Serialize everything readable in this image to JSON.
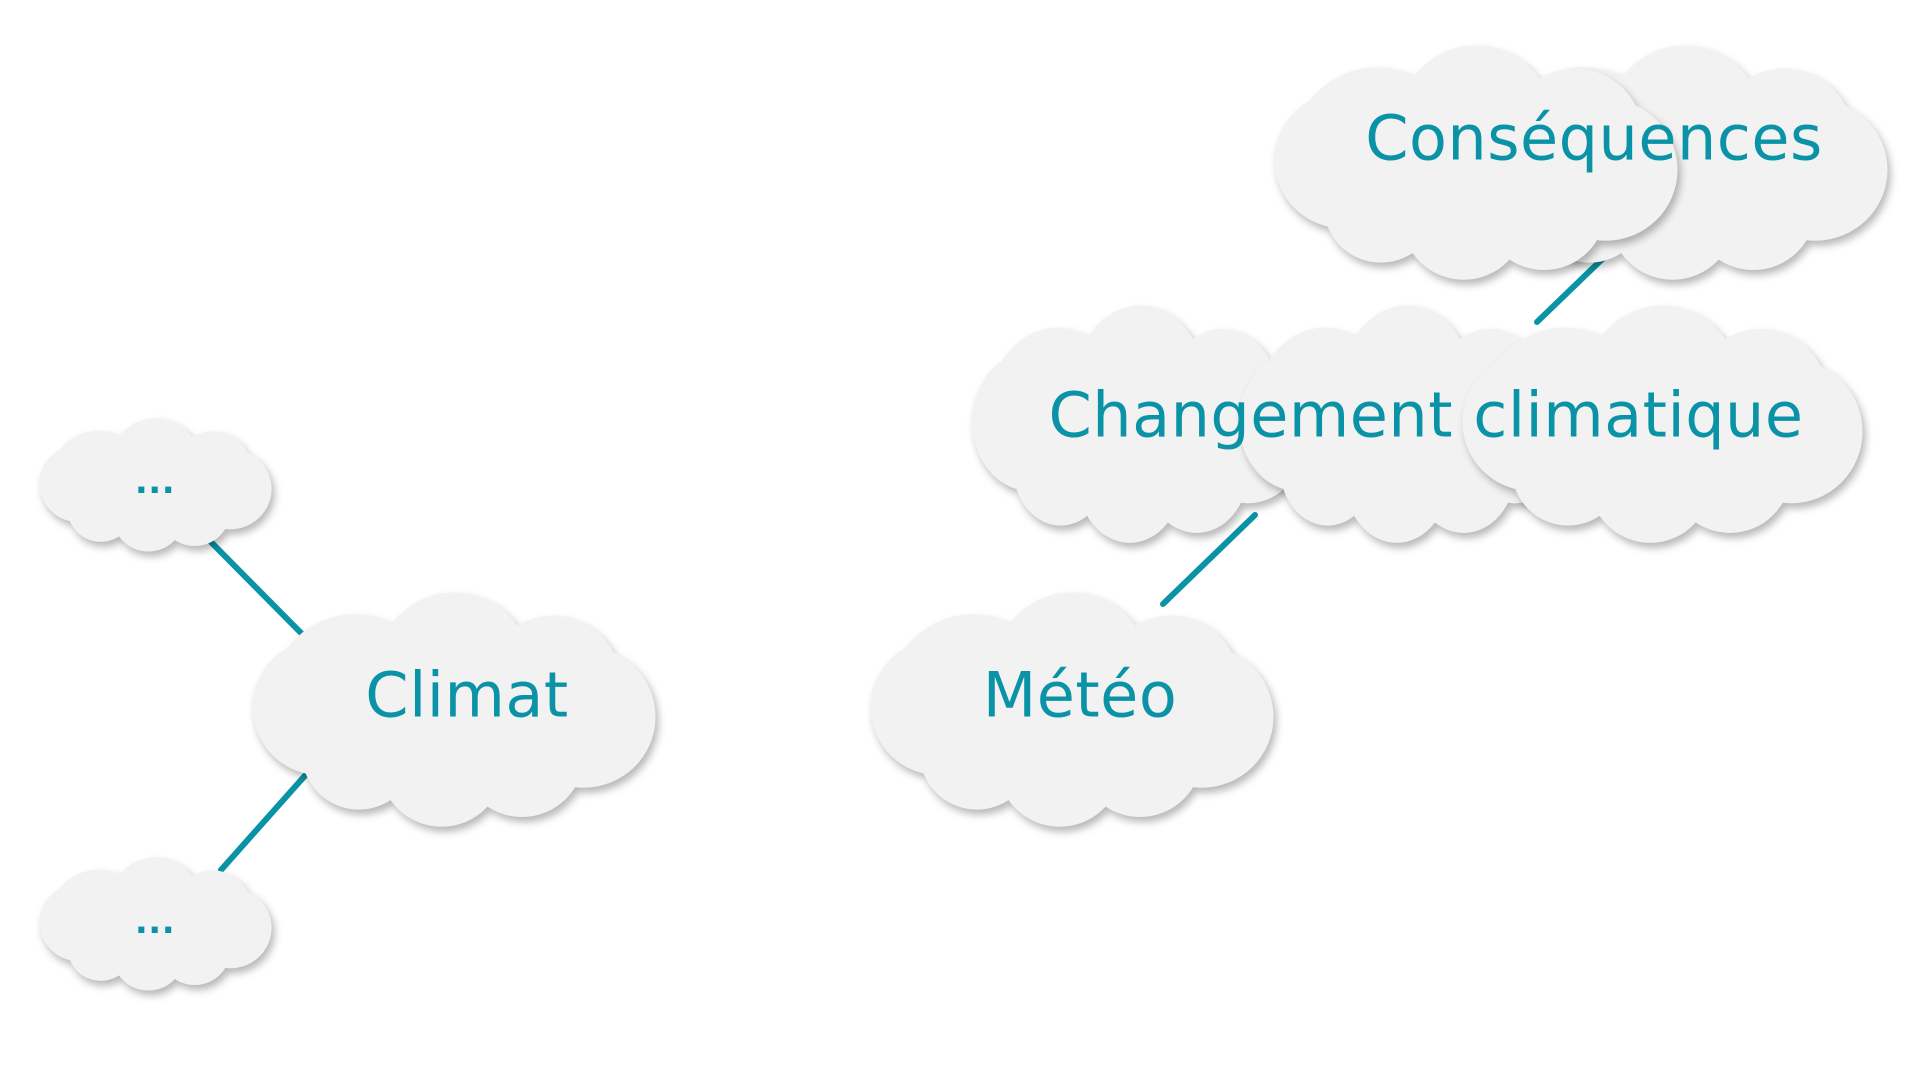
{
  "colors": {
    "accent": "#0a93a6",
    "cloud_fill": "#f2f2f2",
    "link": "#0a93a6"
  },
  "nodes": {
    "climat": "Climat",
    "sub_top": "...",
    "sub_bottom": "...",
    "meteo": "Météo",
    "changement": "Changement climatique",
    "consequences": "Conséquences"
  }
}
